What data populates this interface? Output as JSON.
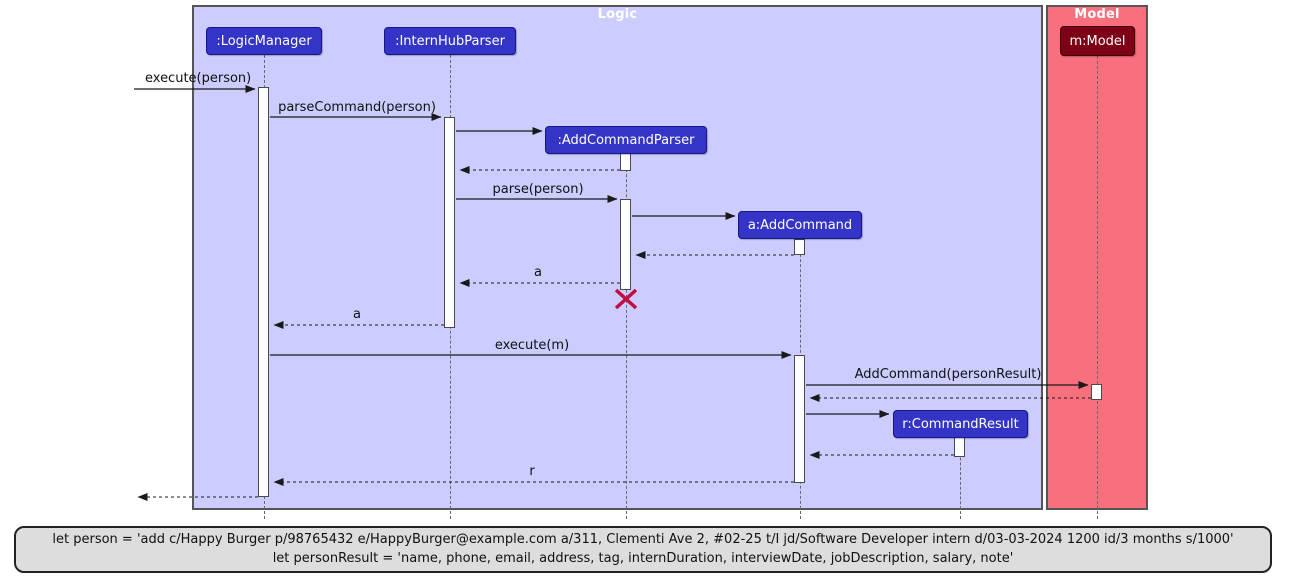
{
  "diagram": {
    "frames": {
      "logic": {
        "title": "Logic"
      },
      "model": {
        "title": "Model"
      }
    },
    "participants": {
      "logic_manager": ":LogicManager",
      "intern_hub_parser": ":InternHubParser",
      "add_command_parser": ":AddCommandParser",
      "add_command": "a:AddCommand",
      "model": "m:Model",
      "command_result": "r:CommandResult"
    },
    "messages": {
      "execute_person": "execute(person)",
      "parse_command_person": "parseCommand(person)",
      "parse_person": "parse(person)",
      "return_a_to_parser": "a",
      "return_a_to_manager": "a",
      "execute_m": "execute(m)",
      "add_command_person_result": "AddCommand(personResult)",
      "return_r": "r"
    },
    "note": {
      "line1": "let person = 'add c/Happy Burger p/98765432 e/HappyBurger@example.com a/311, Clementi Ave 2, #02-25 t/I jd/Software Developer intern d/03-03-2024 1200 id/3 months s/1000'",
      "line2": "let personResult = 'name, phone, email, address, tag, internDuration, interviewDate, jobDescription, salary, note'"
    },
    "colors": {
      "logic_frame_fill": "#CCCCFF",
      "model_frame_fill": "#F8707E",
      "frame_border": "#555555",
      "participant_fill": "#3434C6",
      "model_participant_fill": "#7D0016",
      "destroy_x": "#C00D42",
      "note_fill": "#DDDDDD"
    }
  }
}
